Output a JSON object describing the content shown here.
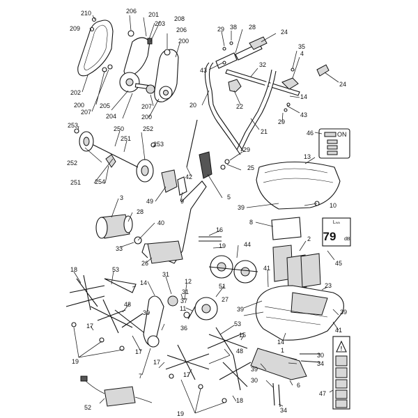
{
  "labels": {
    "l210": "210",
    "l209": "209",
    "l206a": "206",
    "l201": "201",
    "l203": "203",
    "l208": "208",
    "l206b": "206",
    "l200a": "200",
    "l202": "202",
    "l200b": "200",
    "l207a": "207",
    "l205": "205",
    "l204": "204",
    "l207b": "207",
    "l200c": "200",
    "l29a": "29",
    "l38": "38",
    "l28a": "28",
    "l24a": "24",
    "l43a": "43",
    "l35": "35",
    "l4": "4",
    "l32": "32",
    "l22": "22",
    "l24b": "24",
    "l14a": "14",
    "l20": "20",
    "l43b": "43",
    "l29b": "29",
    "l21": "21",
    "l46": "46",
    "l253a": "253",
    "l250": "250",
    "l252a": "252",
    "l251a": "251",
    "l253b": "253",
    "l252b": "252",
    "l251b": "251",
    "l254": "254",
    "l29c": "29",
    "l25": "25",
    "l13": "13",
    "l42": "42",
    "l49": "49",
    "l9": "9",
    "l5": "5",
    "l39a": "39",
    "l10": "10",
    "l3": "3",
    "l28b": "28",
    "l40": "40",
    "l33": "33",
    "l26": "26",
    "l8": "8",
    "l2": "2",
    "l16": "16",
    "l19a": "19",
    "l44": "44",
    "l45": "45",
    "l18a": "18",
    "l53a": "53",
    "l14b": "14",
    "l31a": "31",
    "l48a": "48",
    "l30a": "30",
    "l12": "12",
    "l31b": "31",
    "l37": "37",
    "l51": "51",
    "l11": "11",
    "l27": "27",
    "l41a": "41",
    "l23": "23",
    "l39b": "39",
    "l39c": "39",
    "l14c": "14",
    "l41b": "41",
    "l17a": "17",
    "l17b": "17",
    "l36": "36",
    "l53b": "53",
    "l15": "15",
    "l19b": "19",
    "l17c": "17",
    "l7": "7",
    "l48b": "48",
    "l17d": "17",
    "l1": "1",
    "l30b": "30",
    "l34a": "34",
    "l39d": "39",
    "l30c": "30",
    "l6": "6",
    "l47": "47",
    "l34b": "34",
    "l52": "52",
    "l18b": "18",
    "l19c": "19"
  },
  "decal_label": {
    "unit": "L",
    "unit_sub": "WA",
    "value": "79",
    "unit_db": "dB"
  },
  "icon_names": {
    "warning": "warning-triangle-icon",
    "manual": "read-manual-icon",
    "rotating": "rotating-tines-icon",
    "book": "book-icon",
    "gloves": "gloves-icon",
    "recycle": "no-trash-icon"
  },
  "switch_decal": {
    "on_text": "ON"
  }
}
